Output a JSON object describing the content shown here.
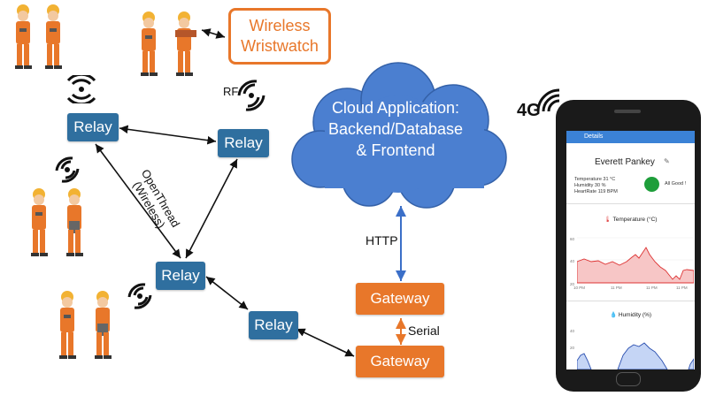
{
  "title": "",
  "wristwatch": {
    "line1": "Wireless",
    "line2": "Wristwatch"
  },
  "relays": [
    "Relay",
    "Relay",
    "Relay",
    "Relay"
  ],
  "gateways": [
    "Gateway",
    "Gateway"
  ],
  "cloud": {
    "line1": "Cloud Application:",
    "line2": "Backend/Database",
    "line3": "& Frontend"
  },
  "labels": {
    "rf": "RF",
    "openthread": "OpenThread (Wireless)",
    "http": "HTTP",
    "serial": "Serial",
    "fourg": "4G"
  },
  "phone": {
    "header": "Details",
    "user": "Everett Pankey",
    "metrics": [
      "Temperature 31 °C",
      "Humidity 30 %",
      "HeartRate 119 BPM"
    ],
    "status": "All Good !",
    "temp_title": "Temperature (°C)",
    "temp_ticks": [
      "60",
      "40",
      "20"
    ],
    "temp_xticks": [
      "10 PM",
      "11 PM",
      "11 PM",
      "11 PM"
    ],
    "hum_title": "Humidity (%)",
    "hum_ticks": [
      "40",
      "20"
    ]
  },
  "colors": {
    "relay": "#2f6f9f",
    "gateway": "#e8772a",
    "cloud": "#4b7fd0",
    "status_ok": "#1e9e3a"
  }
}
